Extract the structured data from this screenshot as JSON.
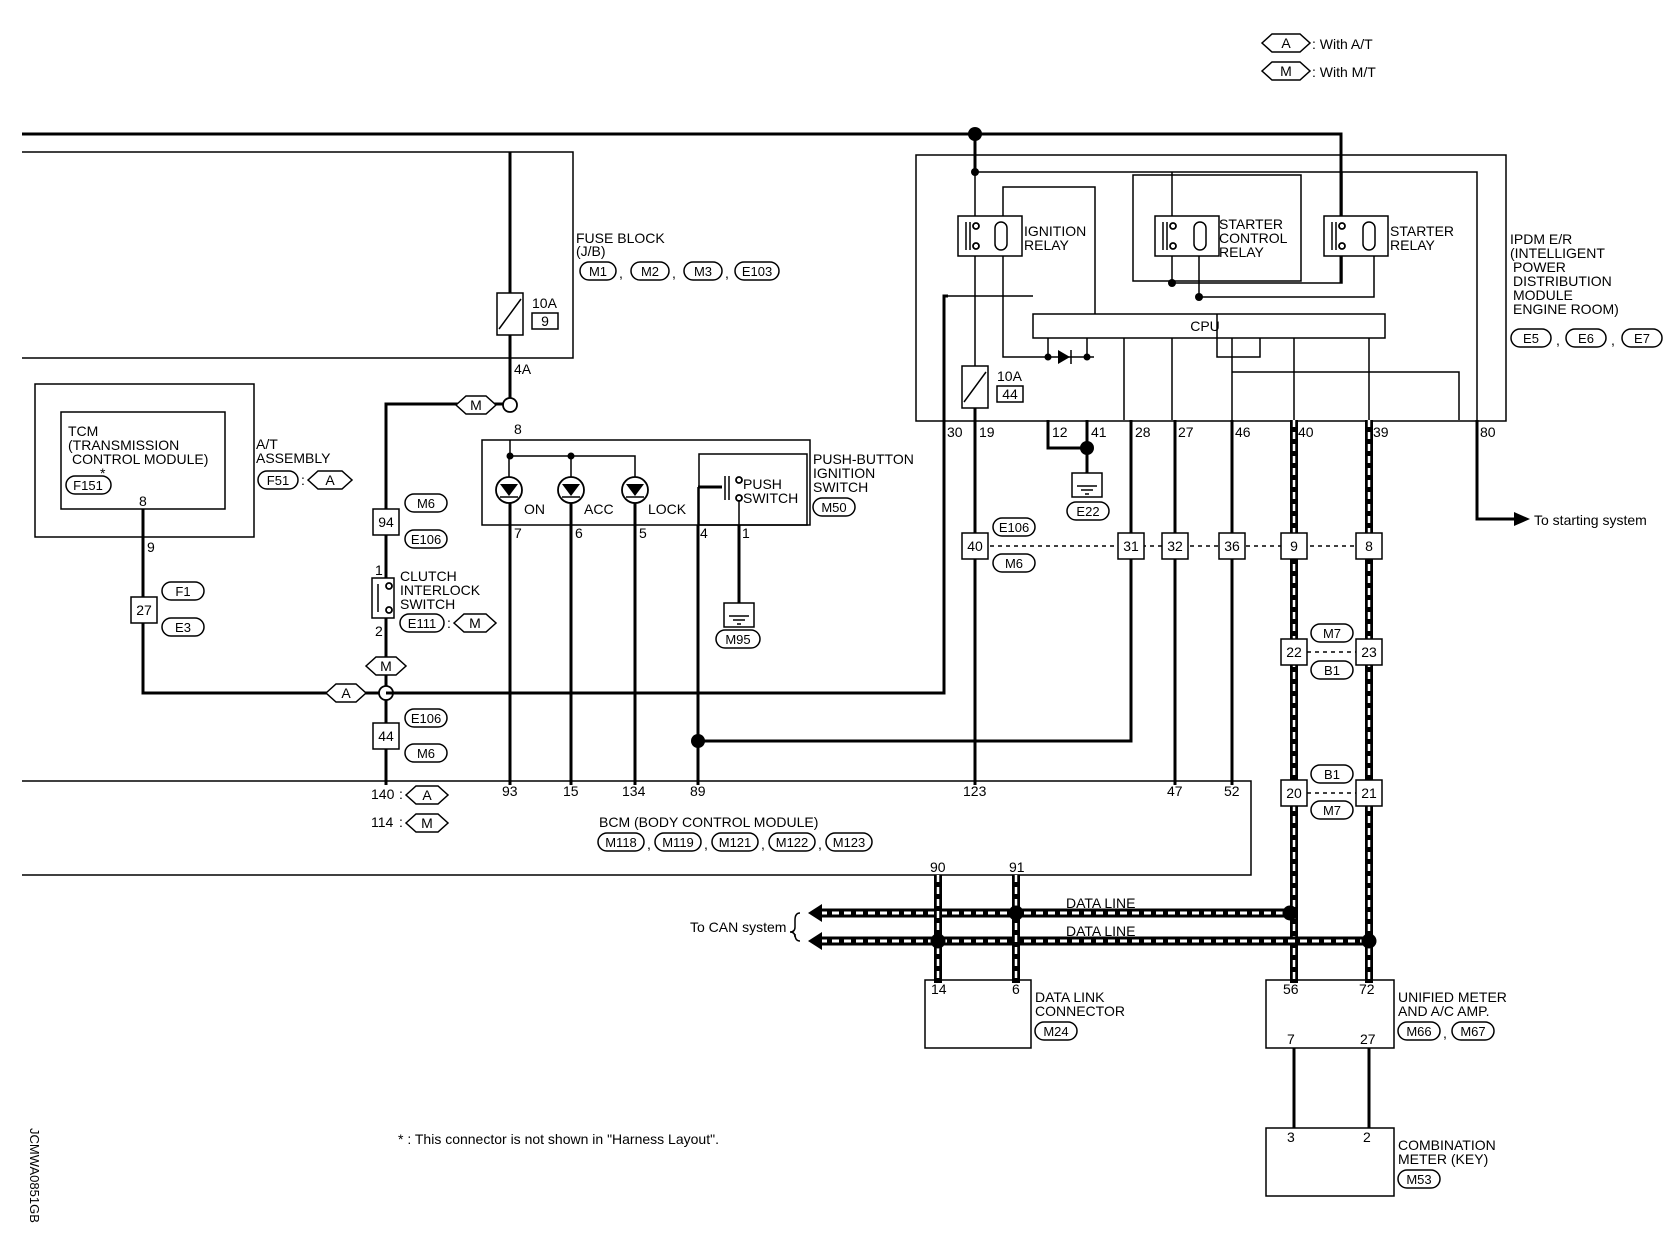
{
  "legend": {
    "a_tag": "A",
    "a_text": ": With A/T",
    "m_tag": "M",
    "m_text": ": With M/T"
  },
  "fuse_block": {
    "title_1": "FUSE BLOCK",
    "title_2": "(J/B)",
    "c1": "M1",
    "c2": "M2",
    "c3": "M3",
    "c4": "E103",
    "fuse_amp": "10A",
    "fuse_no": "9",
    "out_pin": "4A"
  },
  "tcm": {
    "l1": "TCM",
    "l2": "(TRANSMISSION",
    "l3": "CONTROL MODULE)",
    "star": "*",
    "conn": "F151",
    "pin": "8",
    "assy_1": "A/T",
    "assy_2": "ASSEMBLY",
    "assy_conn": "F51",
    "assy_colon": ":",
    "assy_tag": "A",
    "wire_pin": "9",
    "jc": "27",
    "jc_c1": "F1",
    "jc_c2": "E3"
  },
  "left_branch": {
    "m_tag_top": "M",
    "pin_top": "8",
    "jc1": "94",
    "jc1_c1": "M6",
    "jc1_c2": "E106",
    "sw_pin1": "1",
    "sw_pin2": "2",
    "sw_l1": "CLUTCH",
    "sw_l2": "INTERLOCK",
    "sw_l3": "SWITCH",
    "sw_conn": "E111",
    "sw_colon": ":",
    "sw_tag": "M",
    "m_tag_mid": "M",
    "a_tag_mid": "A",
    "jc2": "44",
    "jc2_c1": "E106",
    "jc2_c2": "M6"
  },
  "ignition_switch": {
    "on": "ON",
    "acc": "ACC",
    "lock": "LOCK",
    "pin_on": "7",
    "pin_acc": "6",
    "pin_lock": "5",
    "pin_4": "4",
    "pin_1": "1",
    "push_1": "PUSH",
    "push_2": "SWITCH",
    "t1": "PUSH-BUTTON",
    "t2": "IGNITION",
    "t3": "SWITCH",
    "conn": "M50",
    "ground": "M95"
  },
  "ipdm": {
    "ign_1": "IGNITION",
    "ign_2": "RELAY",
    "stc_1": "STARTER",
    "stc_2": "CONTROL",
    "stc_3": "RELAY",
    "st_1": "STARTER",
    "st_2": "RELAY",
    "cpu": "CPU",
    "fuse_amp": "10A",
    "fuse_no": "44",
    "t1": "IPDM E/R",
    "t2": "(INTELLIGENT",
    "t3": "POWER",
    "t4": "DISTRIBUTION",
    "t5": "MODULE",
    "t6": "ENGINE ROOM)",
    "c1": "E5",
    "c2": "E6",
    "c3": "E7",
    "pins": [
      "30",
      "19",
      "12",
      "41",
      "28",
      "27",
      "46",
      "40",
      "39",
      "80"
    ],
    "ground": "E22",
    "to_starting": "To starting system"
  },
  "junction_row": {
    "c1": "E106",
    "c2": "M6",
    "pins": [
      "40",
      "31",
      "32",
      "36",
      "9",
      "8"
    ]
  },
  "meter_jc": {
    "a_c1": "M7",
    "a_c2": "B1",
    "a_p1": "22",
    "a_p2": "23",
    "b_c1": "B1",
    "b_c2": "M7",
    "b_p1": "20",
    "b_p2": "21"
  },
  "bcm": {
    "title": "BCM (BODY CONTROL MODULE)",
    "c1": "M118",
    "c2": "M119",
    "c3": "M121",
    "c4": "M122",
    "c5": "M123",
    "pins": [
      "93",
      "15",
      "134",
      "89",
      "123",
      "47",
      "52",
      "90",
      "91"
    ],
    "pin_140": "140",
    "pin_114": "114",
    "colon": ":",
    "tag_a": "A",
    "tag_m": "M"
  },
  "can": {
    "to_can": "To CAN system",
    "data_line_1": "DATA LINE",
    "data_line_2": "DATA LINE"
  },
  "dlc": {
    "pin_14": "14",
    "pin_6": "6",
    "t1": "DATA LINK",
    "t2": "CONNECTOR",
    "conn": "M24"
  },
  "unified_meter": {
    "pin_56": "56",
    "pin_72": "72",
    "pin_7": "7",
    "pin_27": "27",
    "t1": "UNIFIED METER",
    "t2": "AND A/C AMP.",
    "c1": "M66",
    "c2": "M67"
  },
  "combination_meter": {
    "pin_3": "3",
    "pin_2": "2",
    "t1": "COMBINATION",
    "t2": "METER (KEY)",
    "conn": "M53"
  },
  "footnote": "* : This connector is not shown in \"Harness Layout\".",
  "figure_code": "JCMWA0851GB"
}
